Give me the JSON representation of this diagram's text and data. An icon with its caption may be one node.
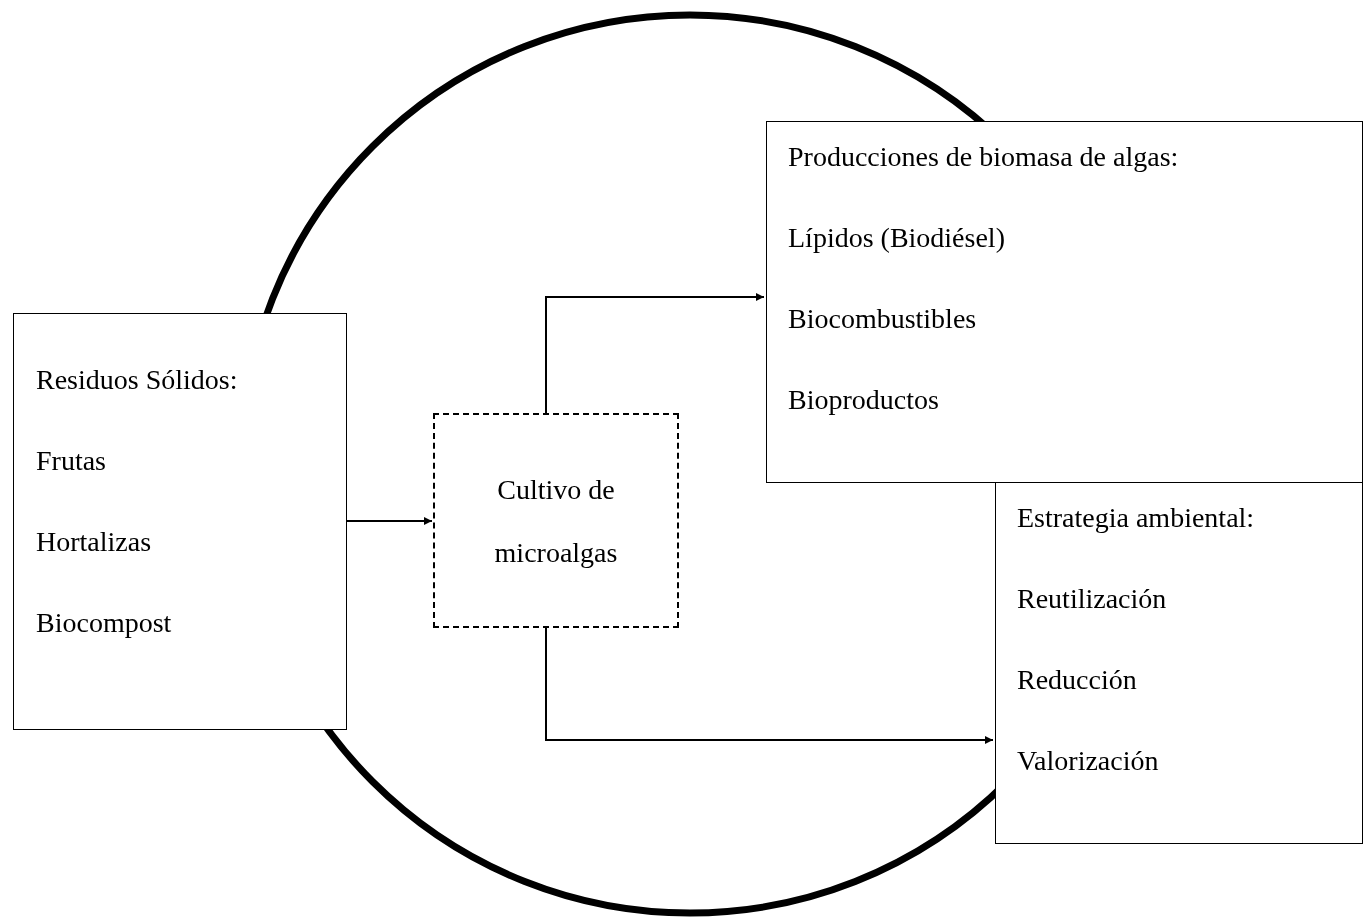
{
  "diagram": {
    "nodes": [
      {
        "text": [
          "Residuos Sólidos:",
          "Frutas",
          "Hortalizas",
          "Biocompost"
        ]
      },
      {
        "text": [
          "Cultivo de microalgas"
        ]
      },
      {
        "text": [
          "Producciones de biomasa de algas:",
          "Lípidos (Biodiésel)",
          "Biocombustibles",
          "Bioproductos"
        ]
      },
      {
        "text": [
          "Estrategia ambiental:",
          "Reutilización",
          "Reducción",
          "Valorización"
        ]
      }
    ],
    "edges": [
      {
        "from": 0,
        "to": 1,
        "arrow": "to"
      },
      {
        "from": 1,
        "to": 2,
        "arrow": "to"
      },
      {
        "from": 1,
        "to": 3,
        "arrow": "to"
      }
    ]
  }
}
